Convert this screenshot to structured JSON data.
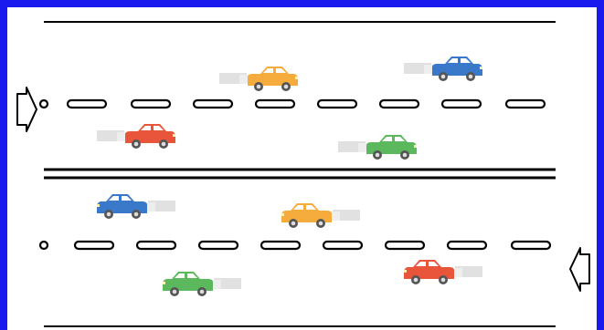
{
  "scene": {
    "frame_color": "#1a1aef",
    "road_line_color": "#000000",
    "lanes": {
      "upper_road": {
        "direction": "right",
        "cars": [
          "orange",
          "blue",
          "red",
          "green"
        ]
      },
      "lower_road": {
        "direction": "left",
        "cars": [
          "blue",
          "orange",
          "red",
          "green"
        ]
      }
    },
    "car_colors": {
      "orange": "#f5ac3c",
      "blue": "#3a78c9",
      "red": "#e8553b",
      "green": "#5cb85c"
    },
    "direction_arrows": [
      {
        "name": "right-direction-arrow-icon",
        "points": "right"
      },
      {
        "name": "left-direction-arrow-icon",
        "points": "left"
      }
    ]
  }
}
